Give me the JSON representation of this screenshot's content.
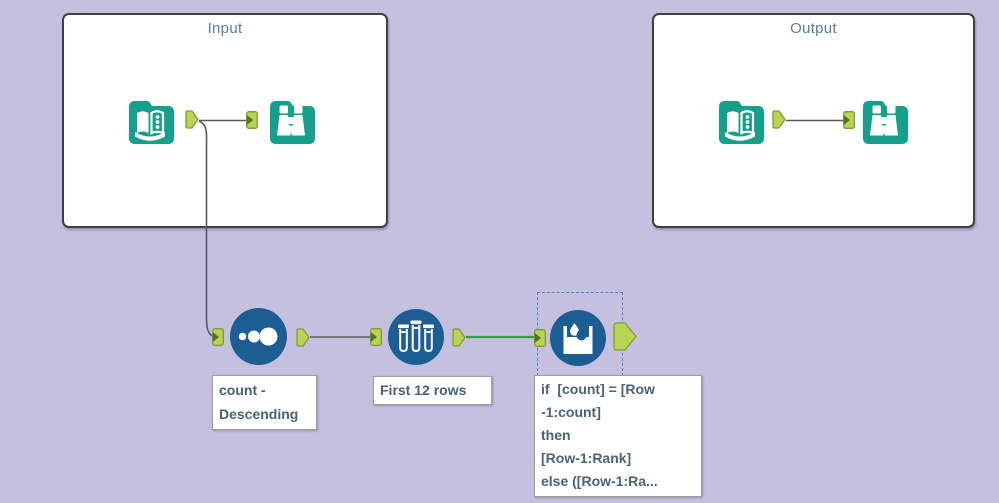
{
  "containers": [
    {
      "title": "Input"
    },
    {
      "title": "Output"
    }
  ],
  "annotations": {
    "sort_label": "count -\nDescending",
    "sample_label": "First 12 rows",
    "formula_label": "if  [count] = [Row\n-1:count]\nthen\n[Row-1:Rank]\nelse ([Row-1:Ra..."
  },
  "icons": {
    "input_data_tool": "open-book-icon",
    "browse_tool": "binoculars-icon",
    "sort_tool": "sort-dots-icon",
    "sample_tool": "test-tubes-icon",
    "multi_row_formula_tool": "bucket-droplets-icon",
    "output_port": "output-anchor-icon",
    "input_port": "input-anchor-icon"
  },
  "colors": {
    "bg": "#c6c0df",
    "container_bg": "#ffffff",
    "container_border": "#404040",
    "title": "#5b7e95",
    "teal": "#16a08c",
    "circle_blue": "#1c5e94",
    "anchor_fill": "#b9d354",
    "anchor_border": "#7f9d33",
    "anchor_notch": "#5a6e24",
    "wire": "#5a5a5a",
    "wire_selected": "#2f9e3e",
    "selection": "#3e86d8",
    "annotation_text": "#4a6372",
    "annotation_border": "#9e9e9e"
  }
}
